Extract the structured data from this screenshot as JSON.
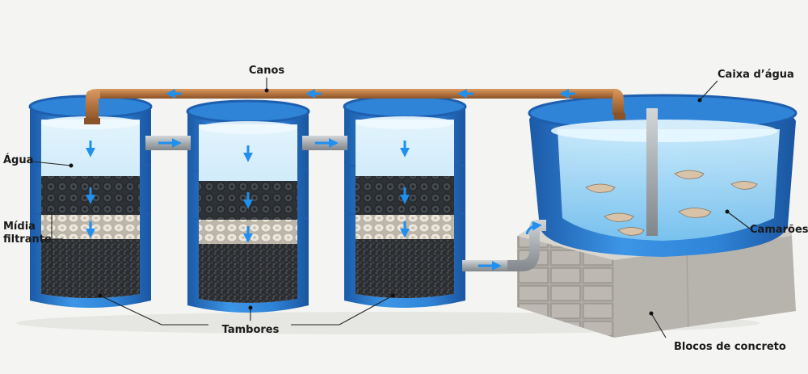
{
  "labels": {
    "pipes": "Canos",
    "tank": "Caixa d’água",
    "water": "Água",
    "media_line1": "Mídia",
    "media_line2": "filtrante",
    "shrimp": "Camarões",
    "drums": "Tambores",
    "blocks": "Blocos de concreto"
  },
  "icons": [
    "flow-arrow-icon",
    "shrimp-icon",
    "water-splash-icon"
  ],
  "colors": {
    "drum_blue": "#2f84d8",
    "drum_dark": "#1d5fae",
    "water": "#bfe3f7",
    "pipe_copper": "#b87a45",
    "pipe_gray": "#a9afb3",
    "arrow_blue": "#1f8ff0",
    "concrete": "#b9b6b0"
  }
}
